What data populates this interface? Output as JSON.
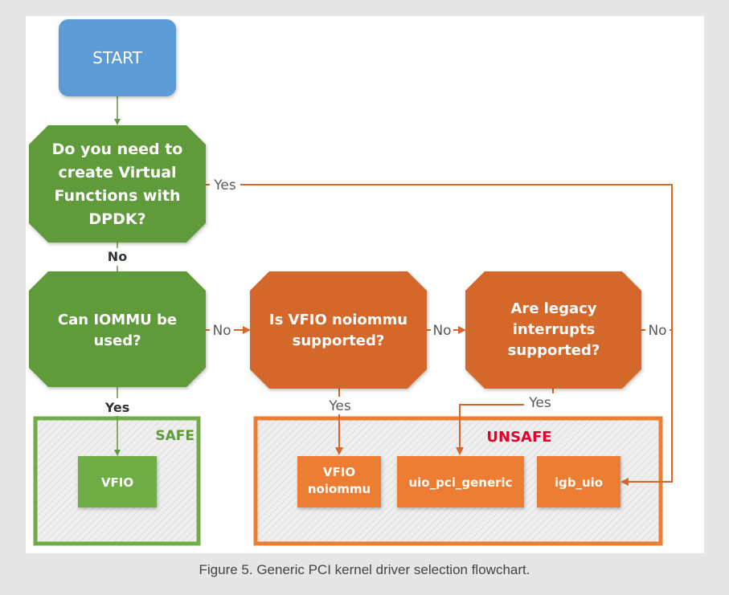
{
  "diagram": {
    "start": "START",
    "q_virtual": [
      "Do you need to",
      "create Virtual",
      "Functions with",
      "DPDK?"
    ],
    "q_iommu": [
      "Can IOMMU be",
      "used?"
    ],
    "q_noiommu": [
      "Is VFIO noiommu",
      "supported?"
    ],
    "q_legacy": [
      "Are legacy",
      "interrupts",
      "supported?"
    ],
    "safe_label": "SAFE",
    "unsafe_label": "UNSAFE",
    "vfio": "VFIO",
    "vfio_noiommu": [
      "VFIO",
      "noiommu"
    ],
    "uio_pci_generic": "uio_pci_generic",
    "igb_uio": "igb_uio",
    "edges": {
      "yes": "Yes",
      "no": "No"
    }
  },
  "caption": "Figure 5. Generic PCI kernel driver selection flowchart.",
  "colors": {
    "start_blue": "#5b9bd5",
    "green": "#5e9a3a",
    "light_green": "#70ad47",
    "orange": "#d4672b",
    "box_orange": "#ed7d31",
    "unsafe_red": "#e0002a"
  }
}
